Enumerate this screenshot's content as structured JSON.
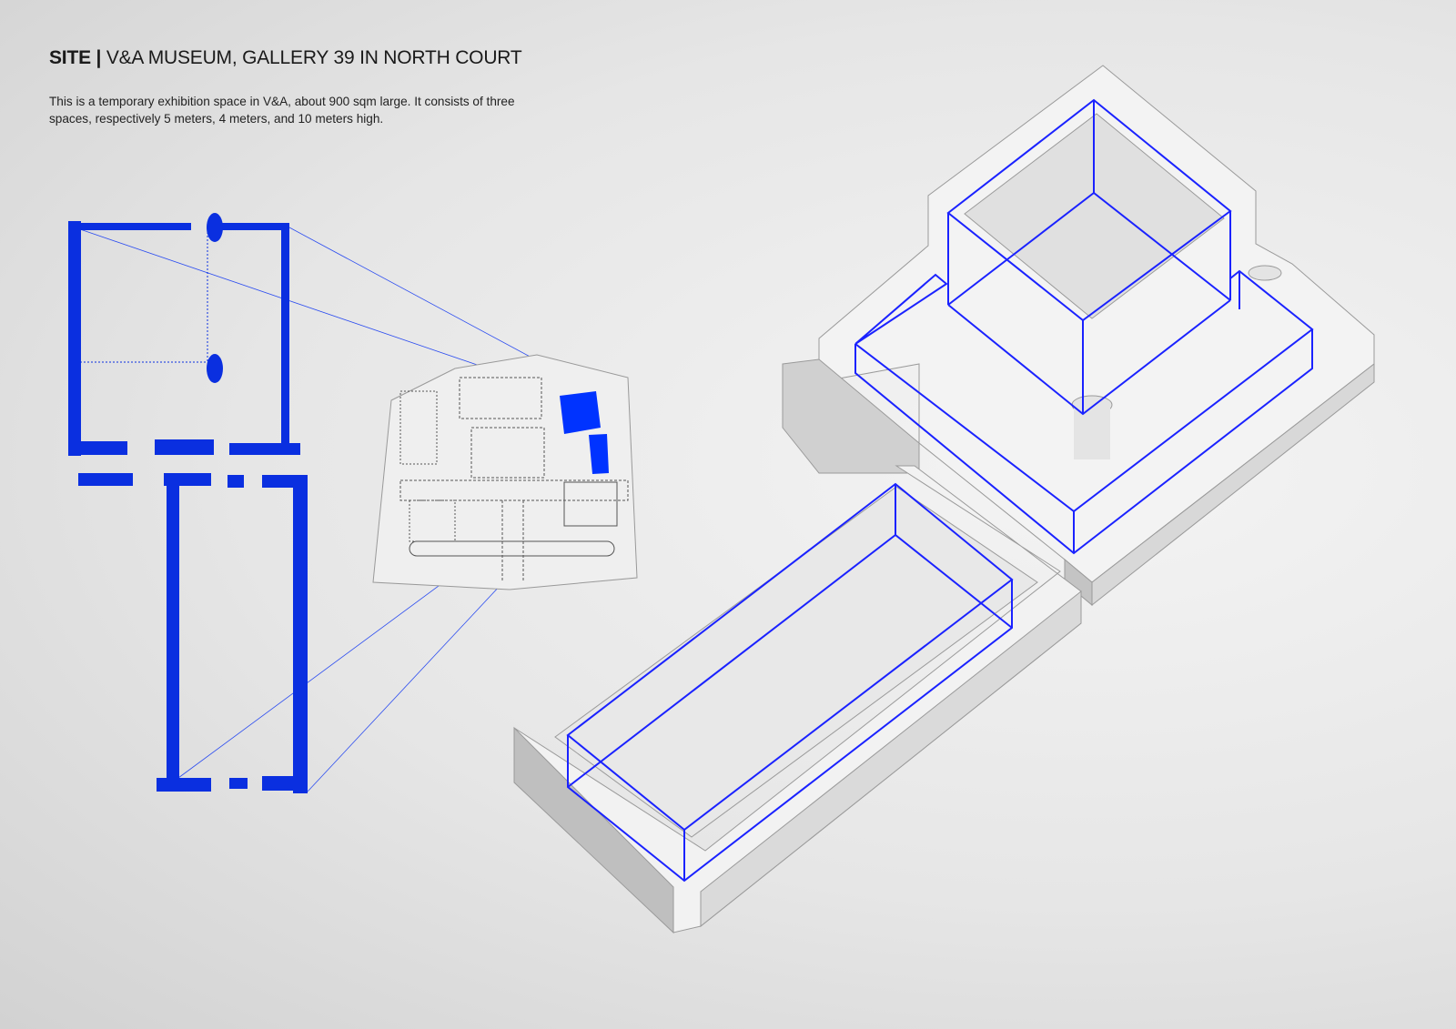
{
  "title": {
    "bold": "SITE |",
    "rest": " V&A MUSEUM, GALLERY 39 IN NORTH COURT"
  },
  "description": "This is a temporary exhibition space in V&A, about 900 sqm large. It consists of three spaces, respectively 5 meters, 4 meters, and 10 meters high.",
  "colors": {
    "accent": "#0a2fe0",
    "highlight": "#0033ff",
    "background": "#e6e6e6"
  }
}
